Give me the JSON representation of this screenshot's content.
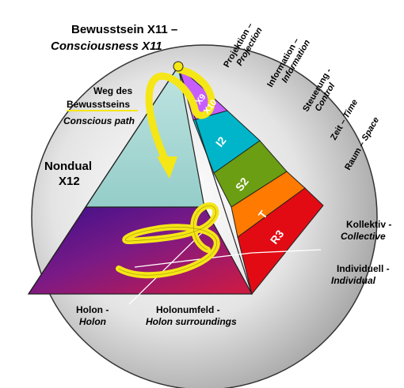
{
  "title": {
    "line1": "Bewusstsein X11 –",
    "line2": "Consciousness X11"
  },
  "path_label": {
    "de1": "Weg des",
    "de2": "Bewusstseins",
    "en": "Conscious path"
  },
  "nondual": {
    "line1": "Nondual",
    "line2": "X12"
  },
  "levels": [
    {
      "de": "Projektion –",
      "en": "Projection"
    },
    {
      "de": "Information –",
      "en": "Information"
    },
    {
      "de": "Steuerung -",
      "en": "Control"
    },
    {
      "de": "Zeit – ",
      "en": "Time"
    },
    {
      "de": "Raum – ",
      "en": "Space"
    }
  ],
  "bands": [
    {
      "label": "X9",
      "color": "#cc66ff"
    },
    {
      "label": "X10",
      "color": "#cc66ff"
    },
    {
      "label": "I2",
      "color": "#00b3c7"
    },
    {
      "label": "S2",
      "color": "#6b9f10"
    },
    {
      "label": "T",
      "color": "#ff7a00"
    },
    {
      "label": "R3",
      "color": "#dd0a12"
    }
  ],
  "kollektiv": {
    "de": "Kollektiv -",
    "en": "Collective"
  },
  "individuell": {
    "de": "Individuell -",
    "en": "Individual"
  },
  "holon": {
    "de": "Holon -",
    "en": "Holon"
  },
  "holonumfeld": {
    "de": "Holonumfeld -",
    "en": "Holon surroundings"
  },
  "colors": {
    "circle_light": "#f4f4f4",
    "circle_dark": "#a9a9a9",
    "pyramid_face": "#a7d7d4",
    "floor_purple": "#4a1590",
    "floor_red": "#c01a52",
    "arrow": "#f5e616",
    "apex": "#f5e616"
  }
}
